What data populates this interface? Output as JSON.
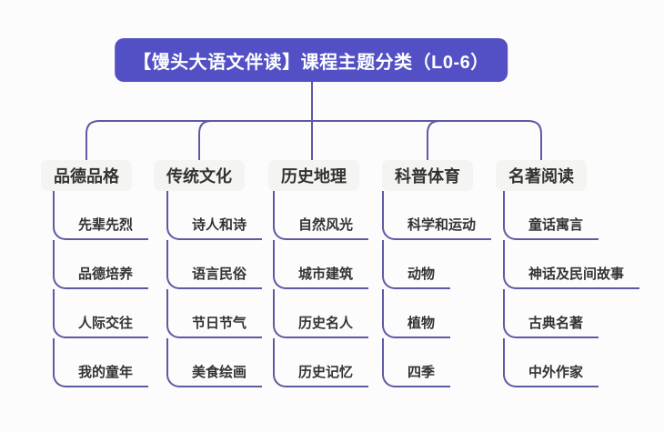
{
  "title": "【馒头大语文伴读】课程主题分类（L0-6）",
  "colors": {
    "background": "#fcfcfc",
    "title_bg": "#5250c4",
    "title_text": "#ffffff",
    "line": "#5c5aa3",
    "branch_bg": "#f4f4f2",
    "text": "#333333"
  },
  "branches": [
    {
      "label": "品德品格",
      "children": [
        "先辈先烈",
        "品德培养",
        "人际交往",
        "我的童年"
      ]
    },
    {
      "label": "传统文化",
      "children": [
        "诗人和诗",
        "语言民俗",
        "节日节气",
        "美食绘画"
      ]
    },
    {
      "label": "历史地理",
      "children": [
        "自然风光",
        "城市建筑",
        "历史名人",
        "历史记忆"
      ]
    },
    {
      "label": "科普体育",
      "children": [
        "科学和运动",
        "动物",
        "植物",
        "四季"
      ]
    },
    {
      "label": "名著阅读",
      "children": [
        "童话寓言",
        "神话及民间故事",
        "古典名著",
        "中外作家"
      ]
    }
  ]
}
